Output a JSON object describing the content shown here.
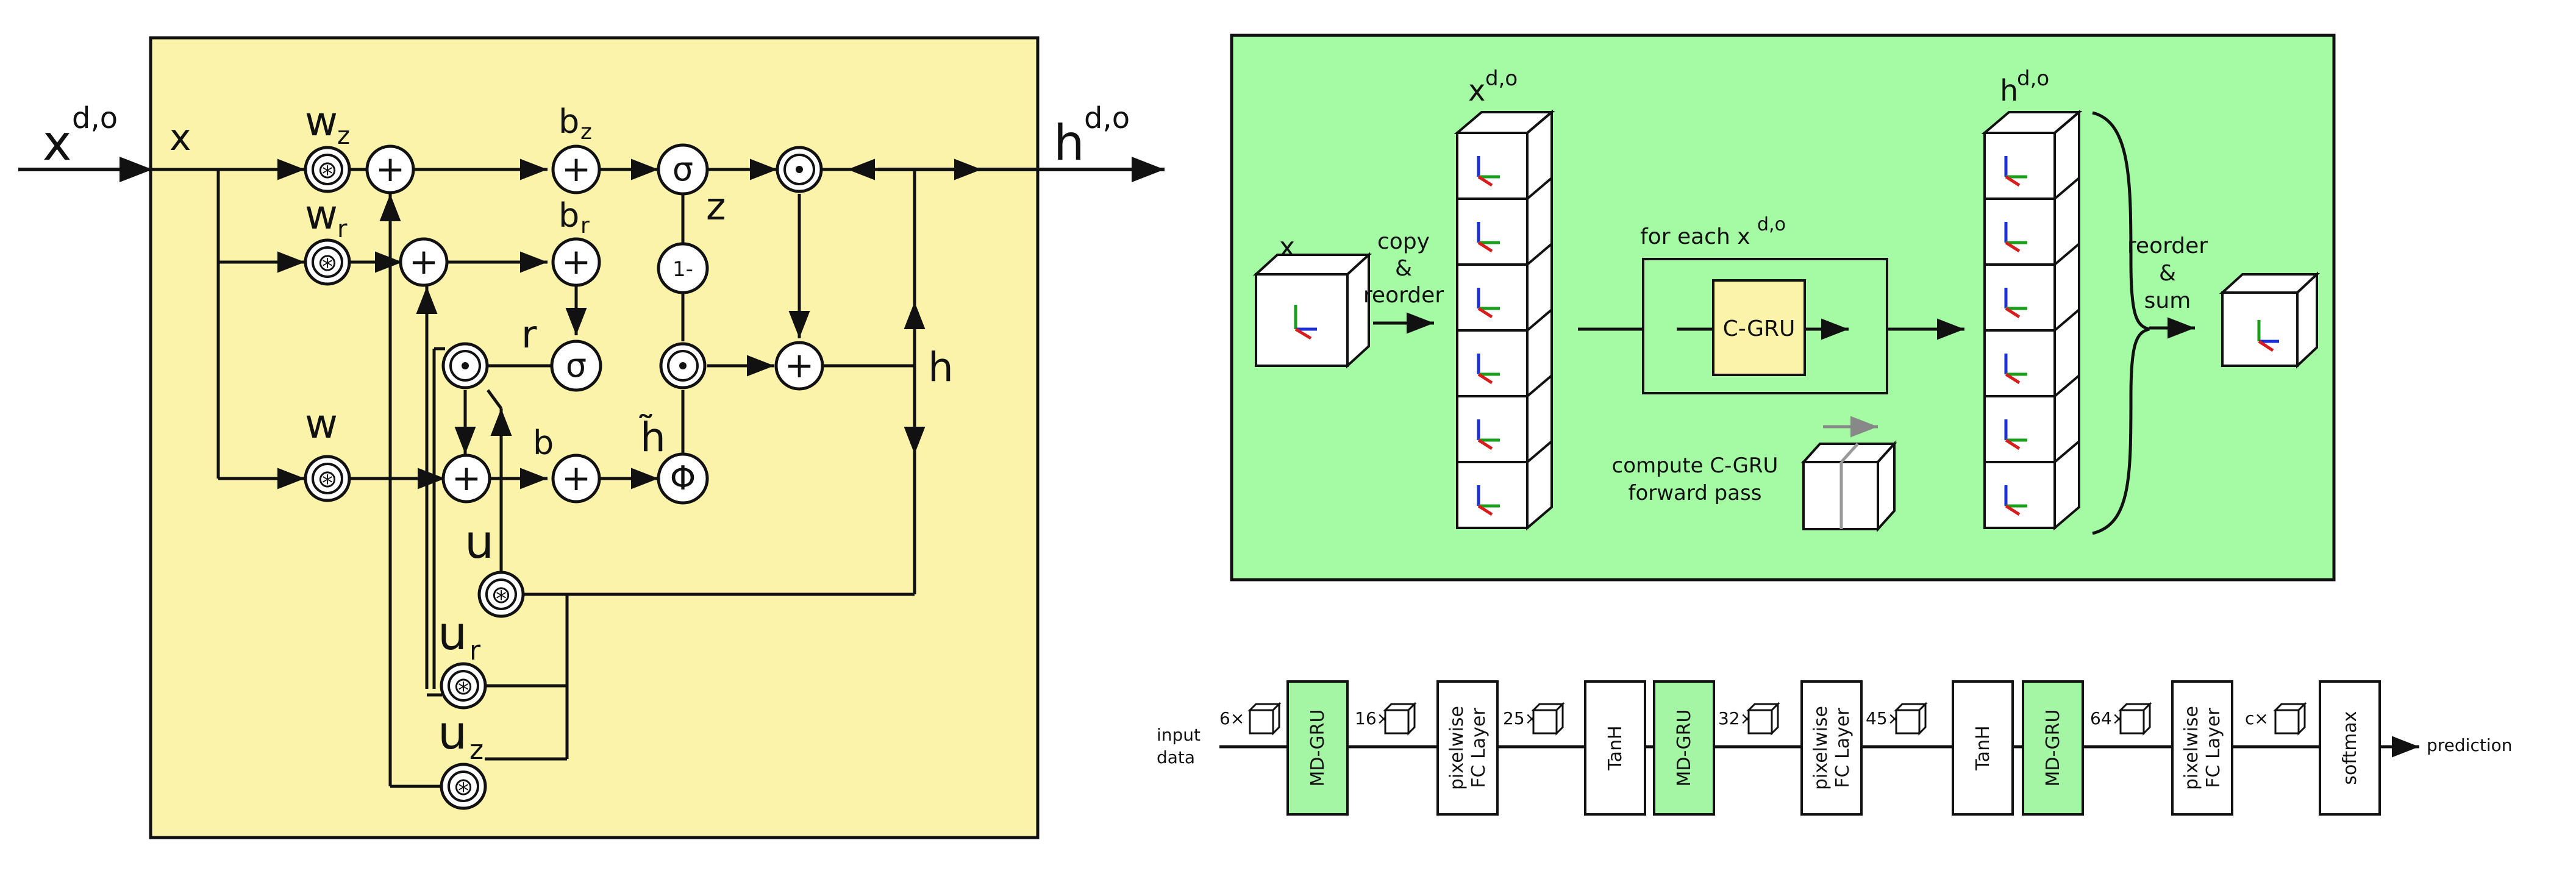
{
  "gru_cell": {
    "input_label": "x",
    "input_super": "d,o",
    "x_label": "x",
    "output_label": "h",
    "output_super": "d,o",
    "w_z": "w",
    "w_z_sub": "z",
    "w_r": "w",
    "w_r_sub": "r",
    "w": "w",
    "b_z": "b",
    "b_z_sub": "z",
    "b_r": "b",
    "b_r_sub": "r",
    "b": "b",
    "u": "u",
    "u_r": "u",
    "u_r_sub": "r",
    "u_z": "u",
    "u_z_sub": "z",
    "z_label": "z",
    "r_label": "r",
    "h_tilde_label": "h̃",
    "h_label": "h",
    "sigma": "σ",
    "phi": "Φ",
    "one_minus": "1-",
    "plus": "+",
    "conv": "⊛",
    "dot": "⊙"
  },
  "mdgru_overview": {
    "x_label": "x",
    "xdo_label": "x",
    "xdo_super": "d,o",
    "copy_reorder": [
      "copy",
      "&",
      "reorder"
    ],
    "for_each_label": "for each x",
    "for_each_super": "d,o",
    "cgru_label": "C-GRU",
    "compute_label": [
      "compute C-GRU",
      "forward pass"
    ],
    "hdo_label": "h",
    "hdo_super": "d,o",
    "reorder_sum": [
      "reorder",
      "&",
      "sum"
    ]
  },
  "pipeline": {
    "input": [
      "input",
      "data"
    ],
    "output": "prediction",
    "counts": [
      "6×",
      "16×",
      "25×",
      "32×",
      "45×",
      "64×",
      "c×"
    ],
    "blocks": [
      "MD-GRU",
      "pixelwise FC Layer",
      "TanH",
      "MD-GRU",
      "pixelwise FC Layer",
      "TanH",
      "MD-GRU",
      "pixelwise FC Layer",
      "softmax"
    ],
    "block_green": [
      true,
      false,
      false,
      true,
      false,
      false,
      true,
      false,
      false
    ]
  }
}
